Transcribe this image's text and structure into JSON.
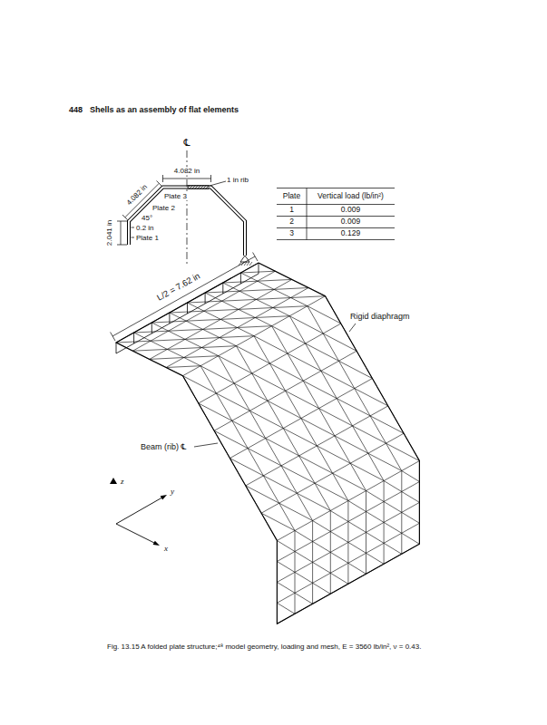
{
  "diagram": {
    "caption": "Fig. 13.15 A folded plate structure;⁴⁸ model geometry, loading and mesh, E = 3560 lb/in², ν = 0.43.",
    "labels": [
      "448",
      "Shells as an assembly of flat elements",
      "℄",
      "4.082 in",
      "4.082 in",
      "Plate 3",
      "Plate 2",
      "45°",
      "0.2 in",
      "2.041 in",
      "Plate 1",
      "1 in rib",
      "Plate",
      "Vertical load (lb/in²)",
      "1",
      "0.009",
      "2",
      "0.009",
      "3",
      "0.129",
      "L/2 = 7.62 in",
      "Rigid diaphragm",
      "Beam (rib) ℄",
      "z",
      "y",
      "x"
    ]
  }
}
